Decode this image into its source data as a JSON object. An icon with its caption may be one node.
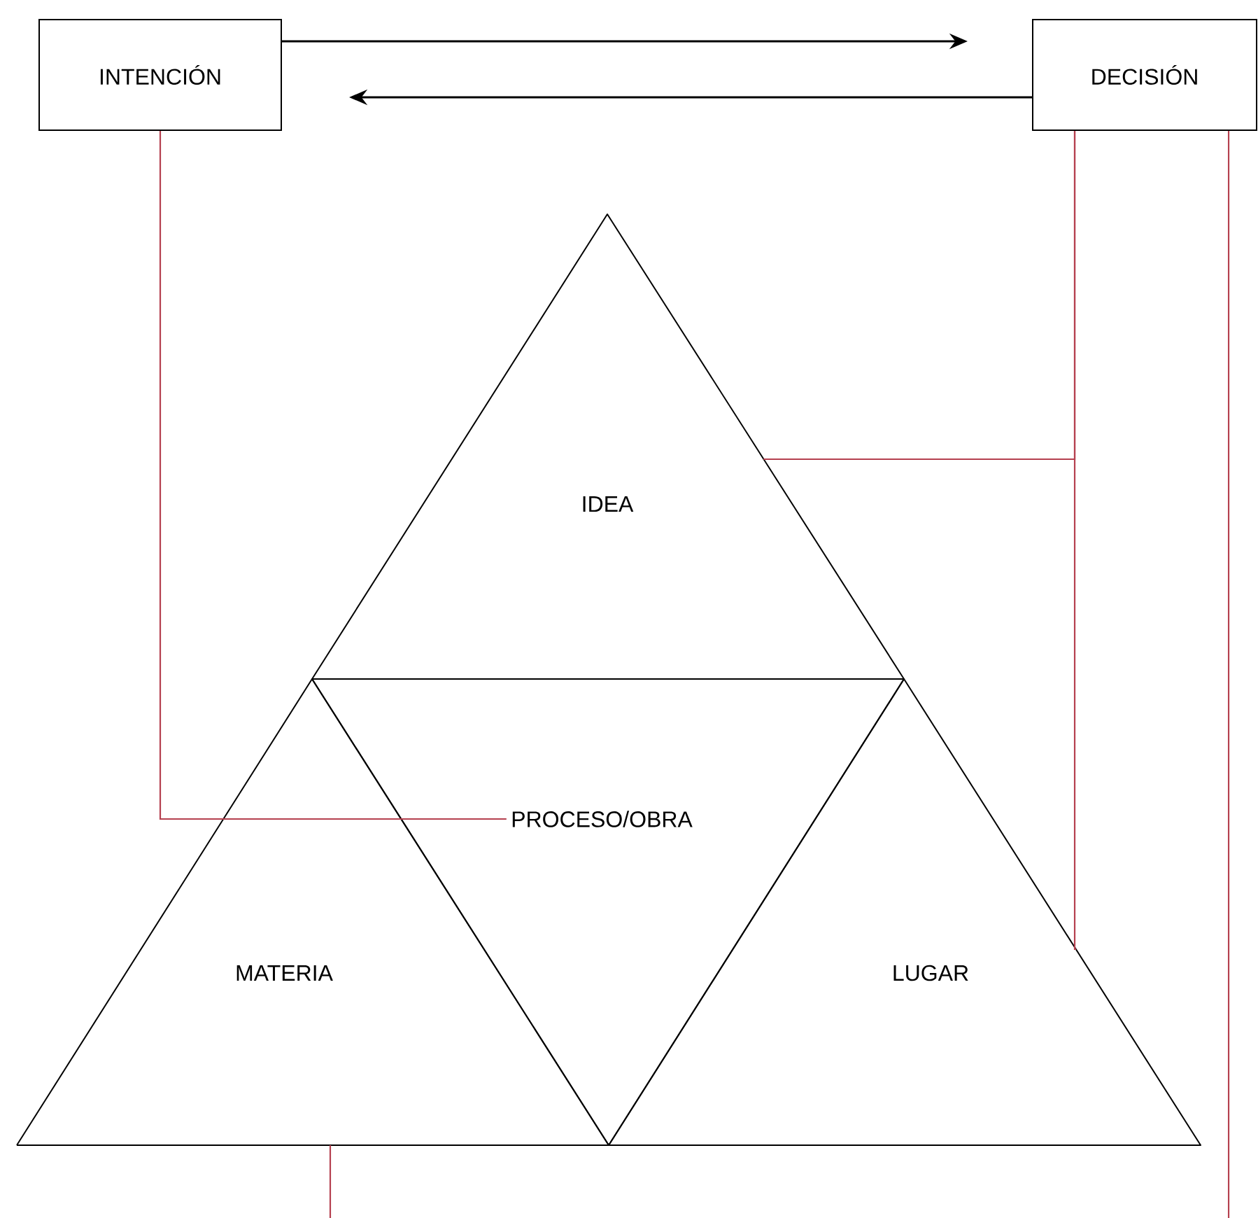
{
  "diagram": {
    "nodes": [
      {
        "text": [
          "INTENCIÓN"
        ]
      },
      {
        "text": [
          "DECISIÓN"
        ]
      },
      {
        "text": [
          "IDEA"
        ]
      },
      {
        "text": [
          "PROCESO/OBRA"
        ]
      },
      {
        "text": [
          "MATERIA"
        ]
      },
      {
        "text": [
          "LUGAR"
        ]
      }
    ],
    "edges": [
      {
        "from": 0,
        "to": 1,
        "arrow": "to",
        "color": "#000000"
      },
      {
        "from": 1,
        "to": 0,
        "arrow": "to",
        "color": "#000000"
      },
      {
        "from": 0,
        "to": 3,
        "arrow": "none",
        "color": "#b5404f"
      },
      {
        "from": 1,
        "to": 2,
        "arrow": "none",
        "color": "#b5404f"
      },
      {
        "from": 1,
        "to": 5,
        "arrow": "none",
        "color": "#b5404f"
      },
      {
        "from": 1,
        "to": null,
        "arrow": "none",
        "color": "#b5404f"
      },
      {
        "from": 4,
        "to": null,
        "arrow": "none",
        "color": "#b5404f"
      }
    ]
  }
}
